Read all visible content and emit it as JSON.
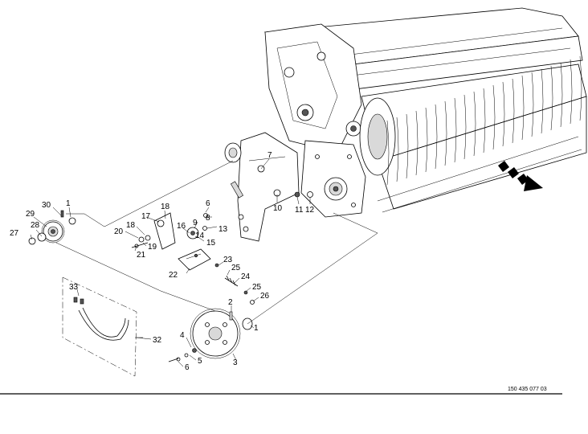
{
  "drawing": {
    "reference_number": "150 435 077 03"
  },
  "callouts": {
    "c1a": "1",
    "c1b": "1",
    "c2": "2",
    "c3": "3",
    "c4": "4",
    "c5": "5",
    "c6": "6",
    "c7": "7",
    "c8": "8",
    "c9": "9",
    "c10": "10",
    "c11": "11",
    "c12": "12",
    "c13": "13",
    "c14": "14",
    "c15": "15",
    "c16": "16",
    "c17": "17",
    "c18a": "18",
    "c18b": "18",
    "c19": "19",
    "c20": "20",
    "c21": "21",
    "c22": "22",
    "c23": "23",
    "c24": "24",
    "c25a": "25",
    "c25b": "25",
    "c26": "26",
    "c27": "27",
    "c28": "28",
    "c29": "29",
    "c30": "30",
    "c32": "32",
    "c33": "33"
  }
}
